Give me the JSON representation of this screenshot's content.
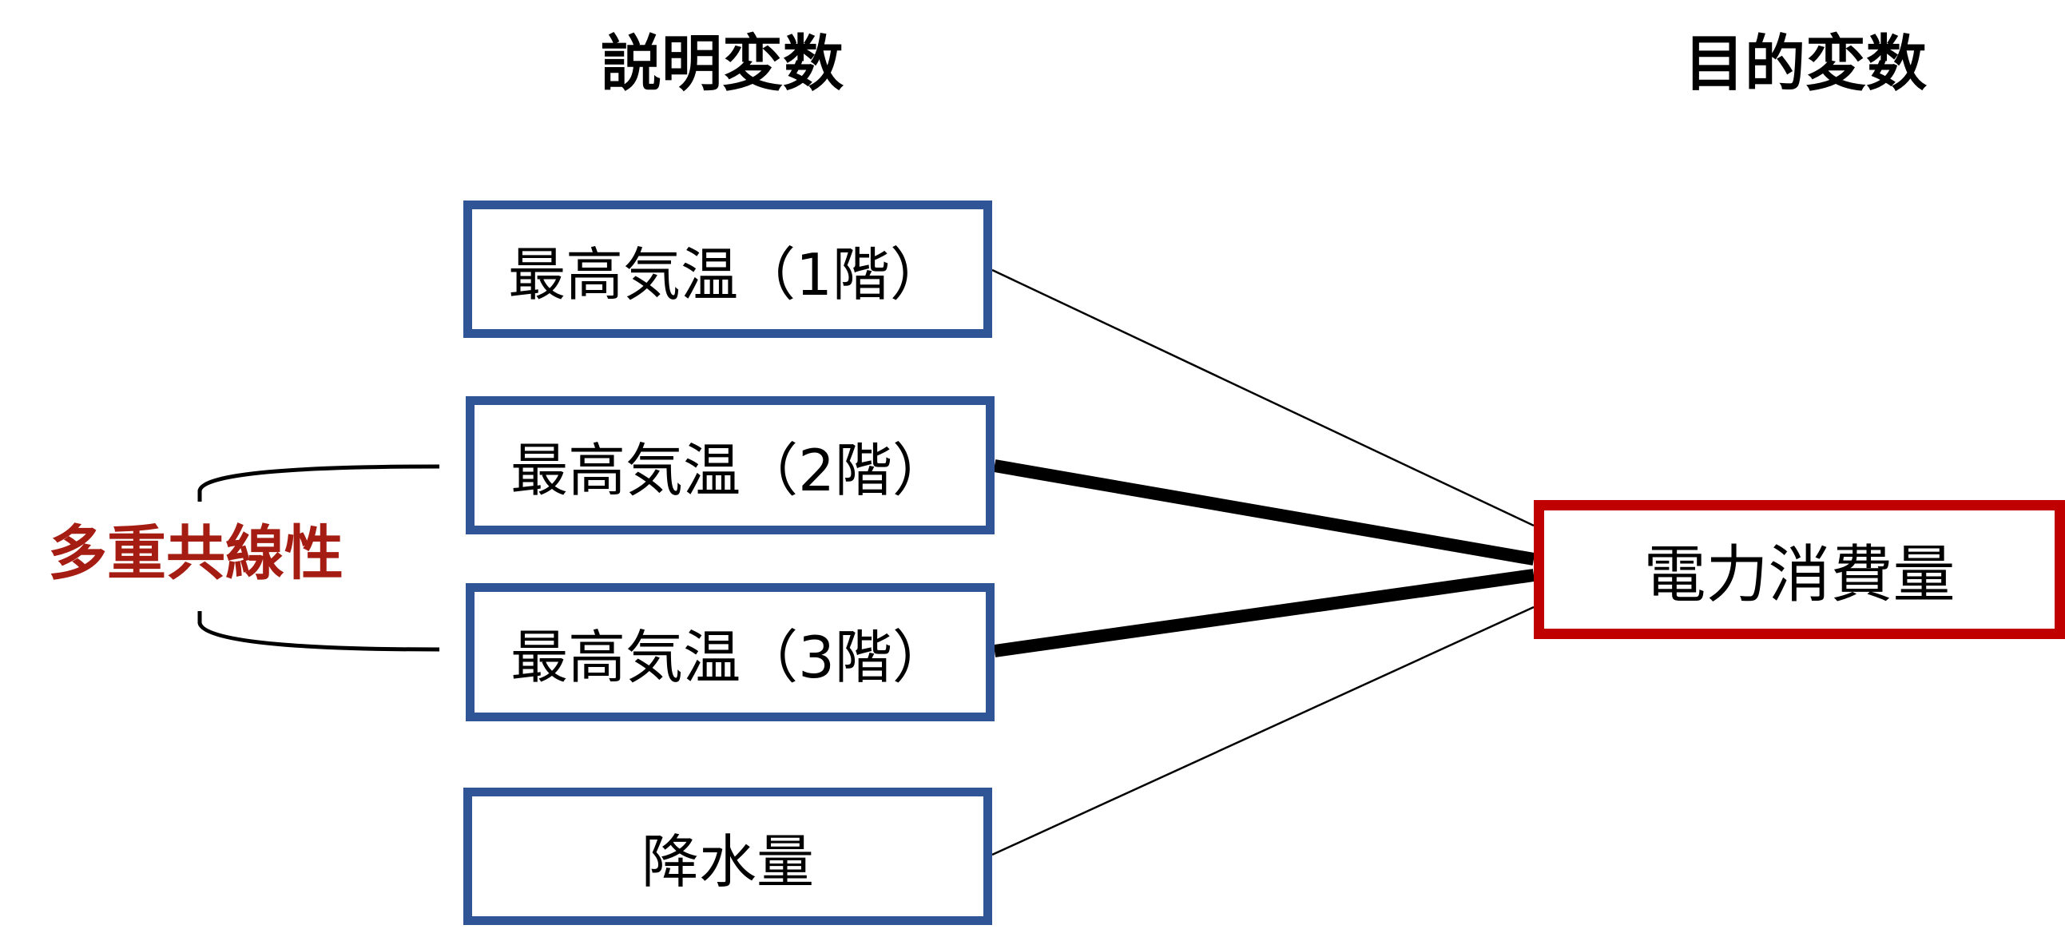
{
  "headings": {
    "explanatory": "説明変数",
    "objective": "目的変数"
  },
  "explanatory_vars": [
    "最高気温（1階）",
    "最高気温（2階）",
    "最高気温（3階）",
    "降水量"
  ],
  "target_var": "電力消費量",
  "collinearity_label": "多重共線性",
  "colors": {
    "explanatory_border": "#2f5597",
    "target_border": "#c00000",
    "collinearity_text": "#a51c12",
    "line": "#000000"
  }
}
